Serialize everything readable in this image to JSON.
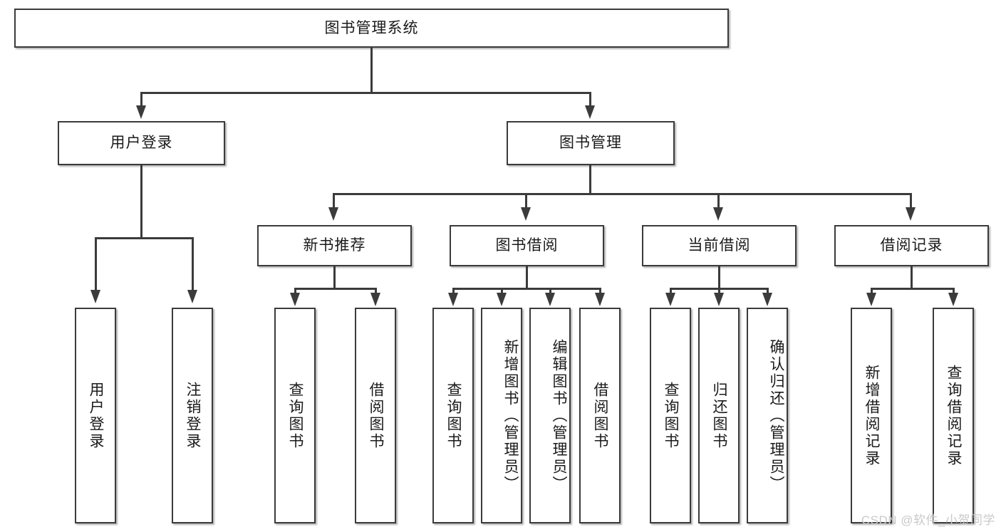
{
  "diagram": {
    "type": "tree",
    "title": "图书管理系统",
    "root": {
      "label": "图书管理系统"
    },
    "level1": [
      {
        "label": "用户登录"
      },
      {
        "label": "图书管理"
      }
    ],
    "level2": [
      {
        "label": "新书推荐"
      },
      {
        "label": "图书借阅"
      },
      {
        "label": "当前借阅"
      },
      {
        "label": "借阅记录"
      }
    ],
    "leaves_user_login": [
      {
        "label": "用户登录"
      },
      {
        "label": "注销登录"
      }
    ],
    "leaves_new_book": [
      {
        "label": "查询图书"
      },
      {
        "label": "借阅图书"
      }
    ],
    "leaves_borrow": [
      {
        "label": "查询图书"
      },
      {
        "label": "新增图书（管理员）"
      },
      {
        "label": "编辑图书（管理员）"
      },
      {
        "label": "借阅图书"
      }
    ],
    "leaves_current": [
      {
        "label": "查询图书"
      },
      {
        "label": "归还图书"
      },
      {
        "label": "确认归还（管理员）"
      }
    ],
    "leaves_record": [
      {
        "label": "新增借阅记录"
      },
      {
        "label": "查询借阅记录"
      }
    ]
  },
  "watermark": {
    "text": "CSDN @软件_小贺同学"
  },
  "colors": {
    "border": "#3b3b3b",
    "text": "#1a1a1a",
    "background": "#ffffff",
    "watermark": "#c9c9c9"
  }
}
